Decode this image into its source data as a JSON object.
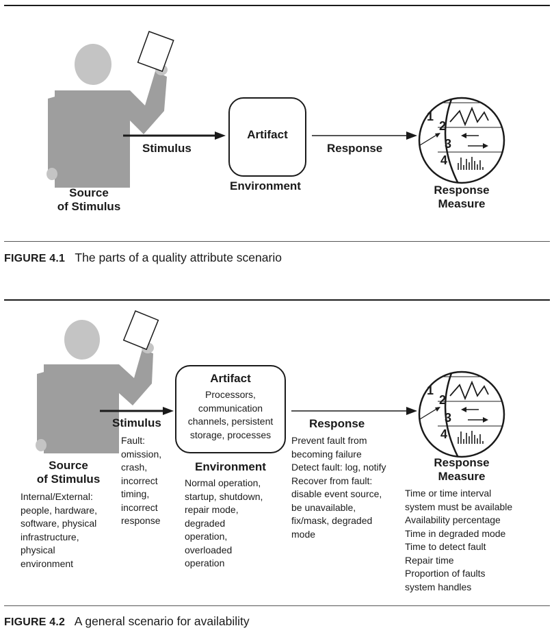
{
  "figure1": {
    "caption_number": "FIGURE 4.1",
    "caption_text": "The parts of a quality attribute scenario",
    "source_line1": "Source",
    "source_line2": "of Stimulus",
    "stimulus": "Stimulus",
    "artifact": "Artifact",
    "environment": "Environment",
    "response": "Response",
    "measure_line1": "Response",
    "measure_line2": "Measure",
    "dial_numbers": [
      "1",
      "2",
      "3",
      "4"
    ]
  },
  "figure2": {
    "caption_number": "FIGURE 4.2",
    "caption_text": "A general scenario for availability",
    "source_line1": "Source",
    "source_line2": "of Stimulus",
    "source_details": [
      "Internal/External:",
      "people, hardware,",
      "software, physical",
      "infrastructure,",
      "physical",
      "environment"
    ],
    "stimulus": "Stimulus",
    "stimulus_details": [
      "Fault:",
      "omission,",
      "crash,",
      "incorrect",
      "timing,",
      "incorrect",
      "response"
    ],
    "artifact": "Artifact",
    "artifact_details": [
      "Processors,",
      "communication",
      "channels, persistent",
      "storage, processes"
    ],
    "environment": "Environment",
    "environment_details": [
      "Normal operation,",
      "startup, shutdown,",
      "repair mode,",
      "degraded",
      "operation,",
      "overloaded",
      "operation"
    ],
    "response": "Response",
    "response_details": [
      "Prevent fault from",
      "becoming failure",
      "Detect fault: log, notify",
      "Recover from fault:",
      "disable event source,",
      "be unavailable,",
      "fix/mask, degraded",
      "mode"
    ],
    "measure_line1": "Response",
    "measure_line2": "Measure",
    "measure_details": [
      "Time or time interval",
      "system must be available",
      "Availability percentage",
      "Time in degraded mode",
      "Time to detect fault",
      "Repair time",
      "Proportion of faults",
      "system handles"
    ],
    "dial_numbers": [
      "1",
      "2",
      "3",
      "4"
    ]
  }
}
